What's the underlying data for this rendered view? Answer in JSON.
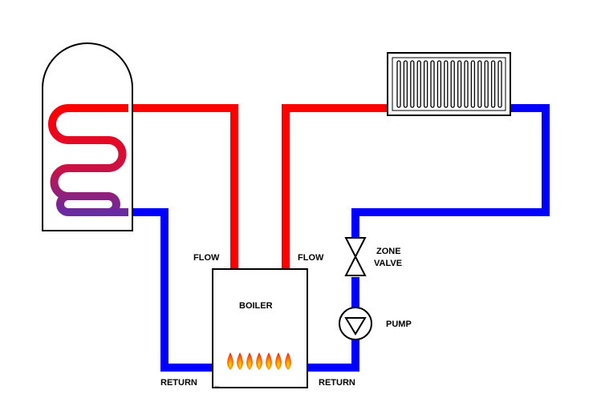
{
  "labels": {
    "flow_left": "FLOW",
    "flow_right": "FLOW",
    "return_left": "RETURN",
    "return_right": "RETURN",
    "boiler": "BOILER",
    "zone_valve_line1": "ZONE",
    "zone_valve_line2": "VALVE",
    "pump": "PUMP"
  },
  "colors": {
    "flow": "#ff0000",
    "return": "#0000ff",
    "coil_top": "#ff0000",
    "coil_bottom": "#6a2aa0",
    "outline": "#000000",
    "flame_outer": "#ff8a00",
    "flame_inner": "#ff2a00"
  },
  "icons": {
    "cylinder": "hot-water-cylinder-icon",
    "radiator": "radiator-icon",
    "valve": "zone-valve-icon",
    "pump": "pump-icon",
    "boiler": "boiler-icon",
    "flame": "flame-icon"
  }
}
